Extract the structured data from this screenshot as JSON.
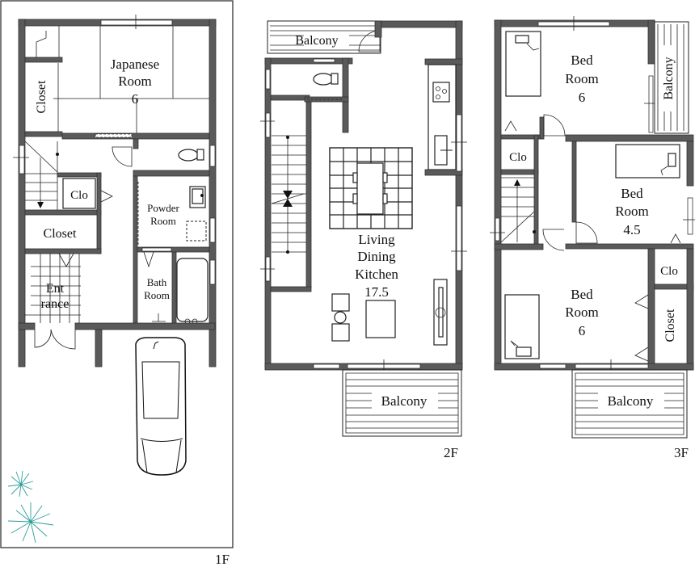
{
  "floors": [
    {
      "id": "1F",
      "label": "1F",
      "rooms": {
        "japanese": {
          "name": "Japanese",
          "name2": "Room",
          "size": "6"
        },
        "closet_left": "Closet",
        "clo": "Clo",
        "closet_mid": "Closet",
        "powder": {
          "name": "Powder",
          "name2": "Room"
        },
        "bath": {
          "name": "Bath",
          "name2": "Room"
        },
        "entrance": {
          "name": "Ent",
          "name2": "rance"
        }
      }
    },
    {
      "id": "2F",
      "label": "2F",
      "rooms": {
        "balcony_top": "Balcony",
        "ldk": {
          "l1": "Living",
          "l2": "Dining",
          "l3": "Kitchen",
          "size": "17.5"
        },
        "balcony_bottom": "Balcony"
      }
    },
    {
      "id": "3F",
      "label": "3F",
      "rooms": {
        "bed1": {
          "name": "Bed",
          "name2": "Room",
          "size": "6"
        },
        "balcony_side": "Balcony",
        "clo_top": "Clo",
        "bed2": {
          "name": "Bed",
          "name2": "Room",
          "size": "4.5"
        },
        "clo_bottom": "Clo",
        "bed3": {
          "name": "Bed",
          "name2": "Room",
          "size": "6"
        },
        "closet": "Closet",
        "balcony_bottom": "Balcony"
      }
    }
  ],
  "colors": {
    "wall": "#5a5a5a",
    "tree": "#2a9d9a",
    "line": "#222222"
  }
}
